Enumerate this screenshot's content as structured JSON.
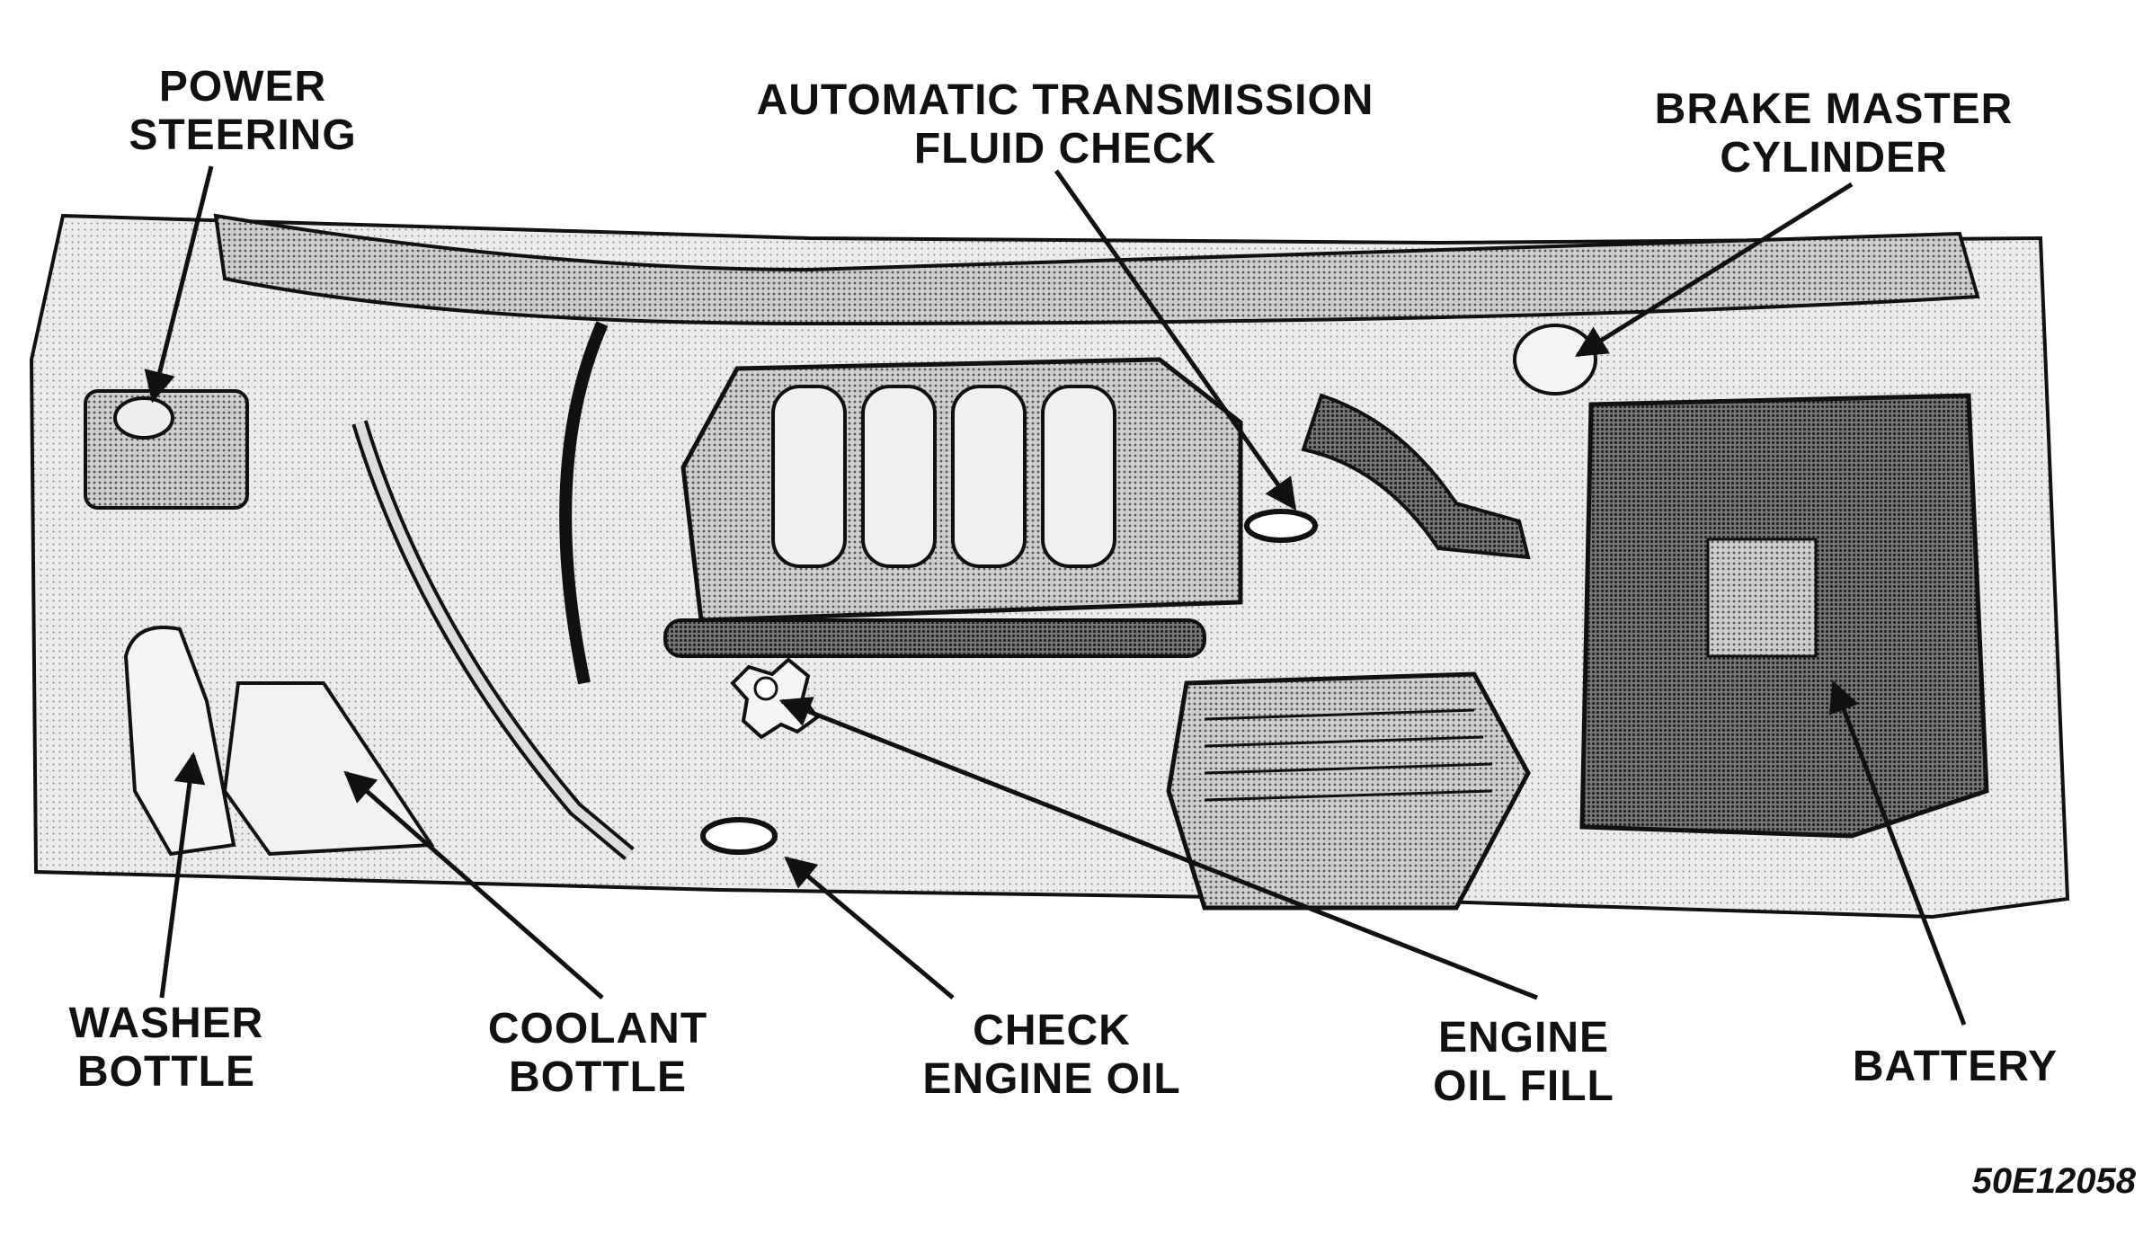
{
  "labels": {
    "power_steering": [
      "POWER",
      "STEERING"
    ],
    "automatic_transmission_fluid_check": [
      "AUTOMATIC TRANSMISSION",
      "FLUID CHECK"
    ],
    "brake_master_cylinder": [
      "BRAKE MASTER",
      "CYLINDER"
    ],
    "washer_bottle": [
      "WASHER",
      "BOTTLE"
    ],
    "coolant_bottle": [
      "COOLANT",
      "BOTTLE"
    ],
    "check_engine_oil": [
      "CHECK",
      "ENGINE OIL"
    ],
    "engine_oil_fill": [
      "ENGINE",
      "OIL FILL"
    ],
    "battery": [
      "BATTERY"
    ]
  },
  "figure_id": "50E12058"
}
